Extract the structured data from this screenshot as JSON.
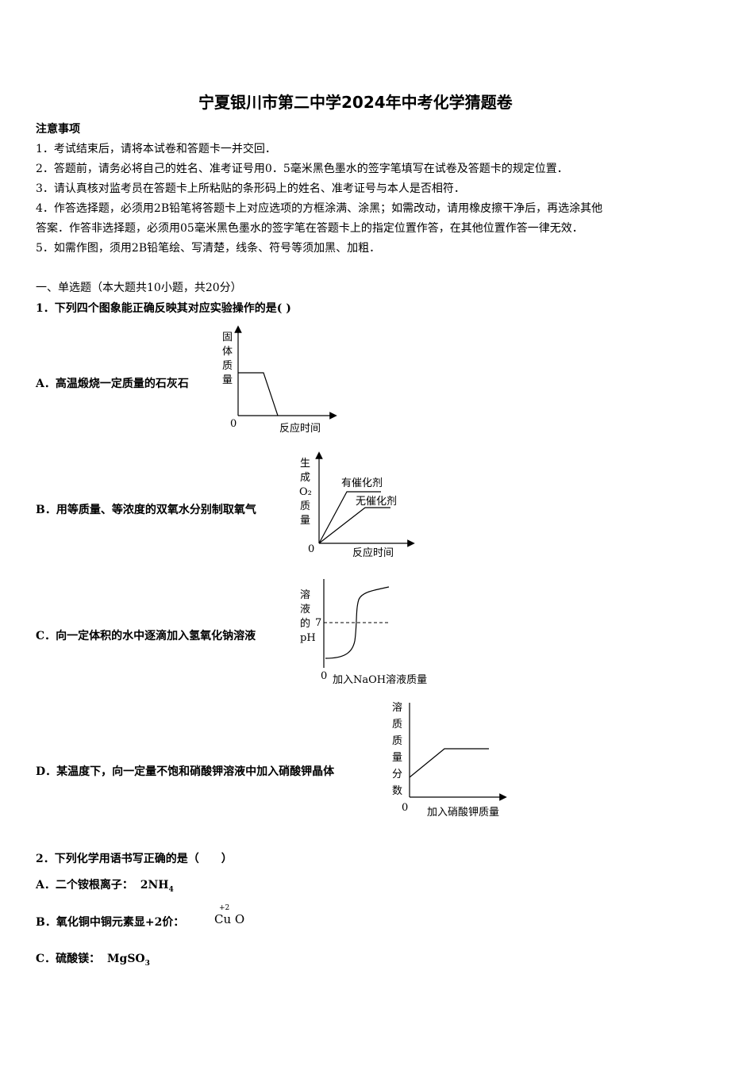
{
  "title": "宁夏银川市第二中学2024年中考化学猜题卷",
  "notice": {
    "heading": "注意事项",
    "items": [
      "1．考试结束后，请将本试卷和答题卡一并交回．",
      "2．答题前，请务必将自己的姓名、准考证号用0．5毫米黑色墨水的签字笔填写在试卷及答题卡的规定位置．",
      "3．请认真核对监考员在答题卡上所粘贴的条形码上的姓名、准考证号与本人是否相符．",
      "4．作答选择题，必须用2B铅笔将答题卡上对应选项的方框涂满、涂黑；如需改动，请用橡皮擦干净后，再选涂其他",
      "答案．作答非选择题，必须用05毫米黑色墨水的签字笔在答题卡上的指定位置作答，在其他位置作答一律无效．",
      "5．如需作图，须用2B铅笔绘、写清楚，线条、符号等须加黑、加粗．"
    ]
  },
  "section1": "一、单选题（本大题共10小题，共20分）",
  "q1": {
    "stem": "1．下列四个图象能正确反映其对应实验操作的是( )",
    "options": [
      "A．高温煅烧一定质量的石灰石",
      "B．用等质量、等浓度的双氧水分别制取氧气",
      "C．向一定体积的水中逐滴加入氢氧化钠溶液",
      "D．某温度下，向一定量不饱和硝酸钾溶液中加入硝酸钾晶体"
    ],
    "graphA": {
      "ylabel": [
        "固",
        "体",
        "质",
        "量"
      ],
      "xlabel": "反应时间",
      "origin": "0"
    },
    "graphB": {
      "ylabel": [
        "生",
        "成",
        "O₂",
        "质",
        "量"
      ],
      "xlabel": "反应时间",
      "origin": "0",
      "line1": "有催化剂",
      "line2": "无催化剂"
    },
    "graphC": {
      "ylabel": [
        "溶",
        "液",
        "的",
        "pH"
      ],
      "xlabel": "加入NaOH溶液质量",
      "origin": "0",
      "mark": "7"
    },
    "graphD": {
      "ylabel": [
        "溶",
        "质",
        "质",
        "量",
        "分",
        "数"
      ],
      "xlabel": "加入硝酸钾质量",
      "origin": "0"
    }
  },
  "q2": {
    "stem": "2．下列化学用语书写正确的是（　　）",
    "optA_label": "A．二个铵根离子：",
    "optA_formula": "2NH",
    "optA_sub": "4",
    "optB_label": "B．氧化铜中铜元素显+2价：",
    "optB_sup": "+2",
    "optB_formula": "Cu O",
    "optC_label": "C．硫酸镁：",
    "optC_formula": "MgSO",
    "optC_sub": "3"
  }
}
